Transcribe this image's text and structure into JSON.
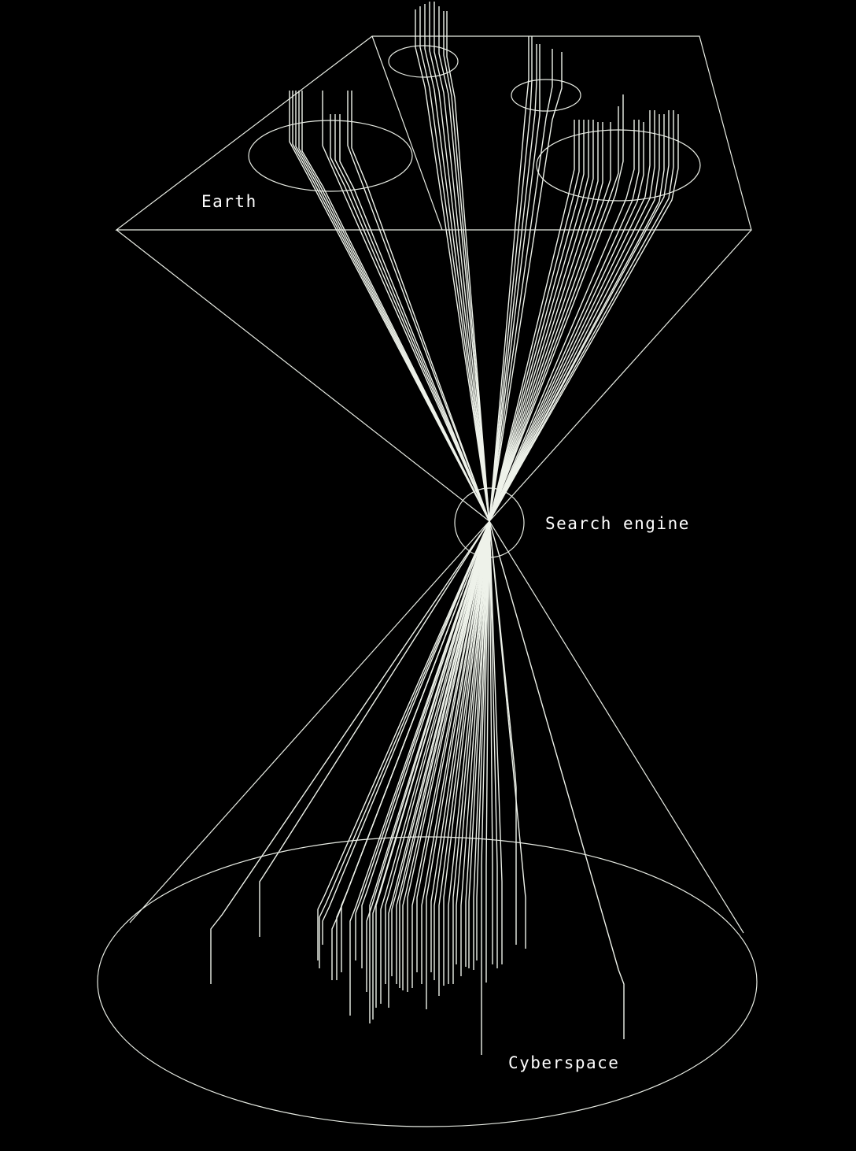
{
  "colors": {
    "background": "#000000",
    "line": "#eef2ea",
    "text": "#ffffff"
  },
  "labels": {
    "earth": "Earth",
    "search_engine": "Search engine",
    "cyberspace": "Cyberspace"
  }
}
